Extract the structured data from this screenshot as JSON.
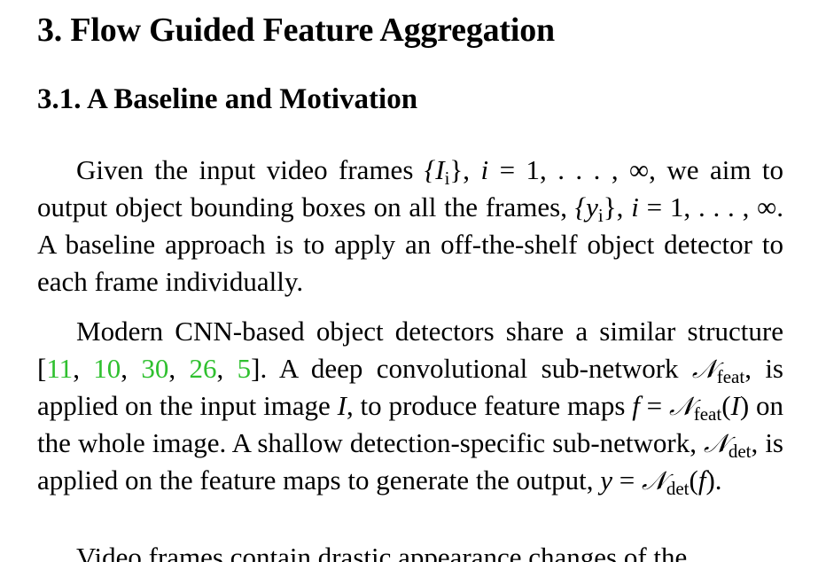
{
  "section": {
    "number": "3.",
    "title": "Flow Guided Feature Aggregation"
  },
  "subsection": {
    "number": "3.1.",
    "title": "A Baseline and Motivation"
  },
  "paragraphs": {
    "p1": {
      "t1": "Given the input video frames ",
      "m1": "{I",
      "m1sub": "i",
      "m2": "}, ",
      "m3": "i",
      "m4": " = 1, . . . , ∞",
      "t2": ", we aim to output object bounding boxes on all the frames, ",
      "m5": "{y",
      "m5sub": "i",
      "m6": "}, ",
      "m7": "i",
      "m8": " = 1, . . . , ∞",
      "t3": ". A baseline approach is to apply an off-the-shelf object detector to each frame individually."
    },
    "p2": {
      "t1": "Modern CNN-based object detectors share a similar structure [",
      "cites": [
        "11",
        "10",
        "30",
        "26",
        "5"
      ],
      "sep": ", ",
      "t2": "]. A deep convolutional sub-network ",
      "N": "𝒩",
      "feat": "feat",
      "t3": ", is applied on the input image ",
      "I": "I",
      "t4": ", to produce feature maps ",
      "f": "f",
      "eq": " = ",
      "paren_open": "(",
      "paren_close": ")",
      "t5": " on the whole image. A shallow detection-specific sub-network, ",
      "det": "det",
      "t6": ", is applied on the feature maps to generate the output, ",
      "y": "y",
      "end": "."
    },
    "p3": {
      "text": "Video frames contain drastic appearance changes of the"
    }
  },
  "colors": {
    "citation": "#2fc02f",
    "text": "#000000",
    "background": "#ffffff"
  }
}
